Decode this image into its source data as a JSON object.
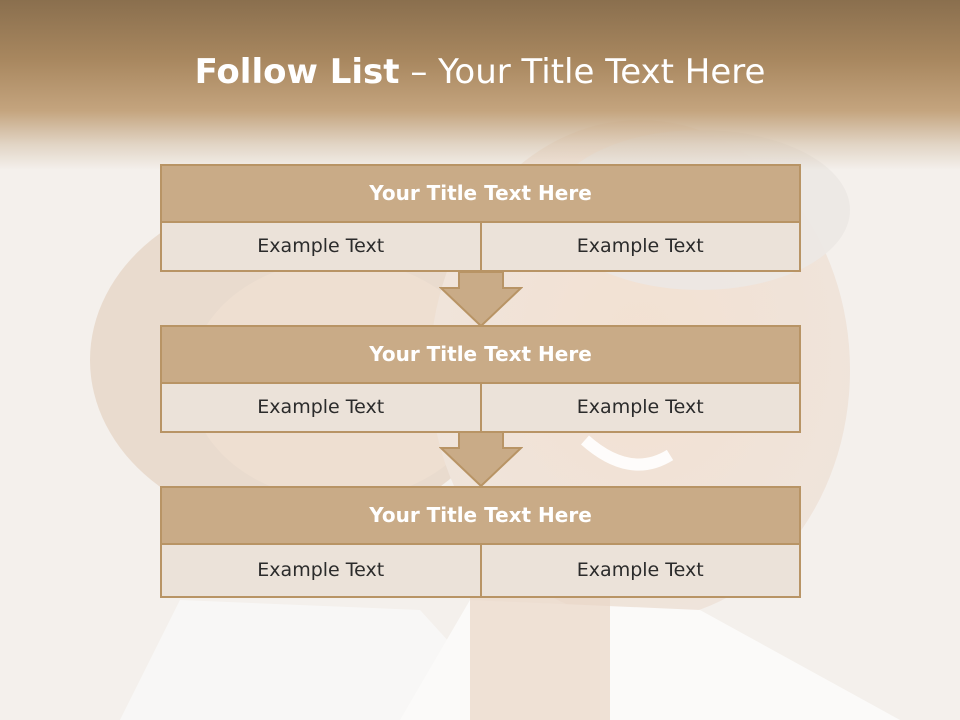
{
  "slide": {
    "title_bold": "Follow List",
    "title_rest": "– Your Title Text Here"
  },
  "cards": [
    {
      "title": "Your Title Text Here",
      "left": "Example Text",
      "right": "Example Text"
    },
    {
      "title": "Your Title Text Here",
      "left": "Example Text",
      "right": "Example Text"
    },
    {
      "title": "Your Title Text Here",
      "left": "Example Text",
      "right": "Example Text"
    }
  ],
  "colors": {
    "header_brown": "#8a6f4e",
    "card_title": "#c9ab87",
    "card_border": "#b89465",
    "card_cell": "#ebe2d9"
  },
  "background": "photo of smiling couple (washed out)"
}
